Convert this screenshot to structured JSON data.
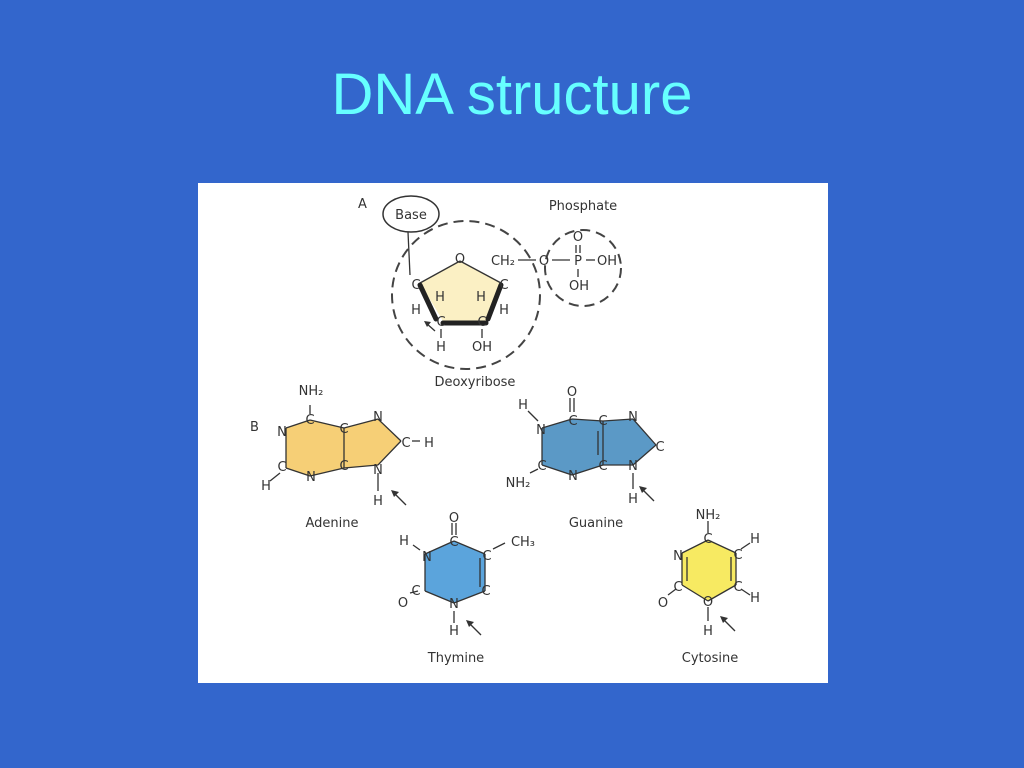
{
  "slide": {
    "title": "DNA structure"
  },
  "figure": {
    "panel_a": "A",
    "panel_b": "B",
    "base_label": "Base",
    "phosphate_label": "Phosphate",
    "deoxyribose_label": "Deoxyribose",
    "adenine_label": "Adenine",
    "guanine_label": "Guanine",
    "thymine_label": "Thymine",
    "cytosine_label": "Cytosine",
    "atoms": {
      "C": "C",
      "H": "H",
      "N": "N",
      "O": "O",
      "P": "P",
      "OH": "OH",
      "CH2": "CH₂",
      "CH3": "CH₃",
      "NH2": "NH₂"
    }
  },
  "colors": {
    "background": "#3366cc",
    "title": "#66ffff",
    "sugar": "#fbf0c4",
    "adenine": "#f6cf76",
    "guanine": "#5b99c6",
    "thymine": "#5ba4dc",
    "cytosine": "#f7ea62"
  }
}
